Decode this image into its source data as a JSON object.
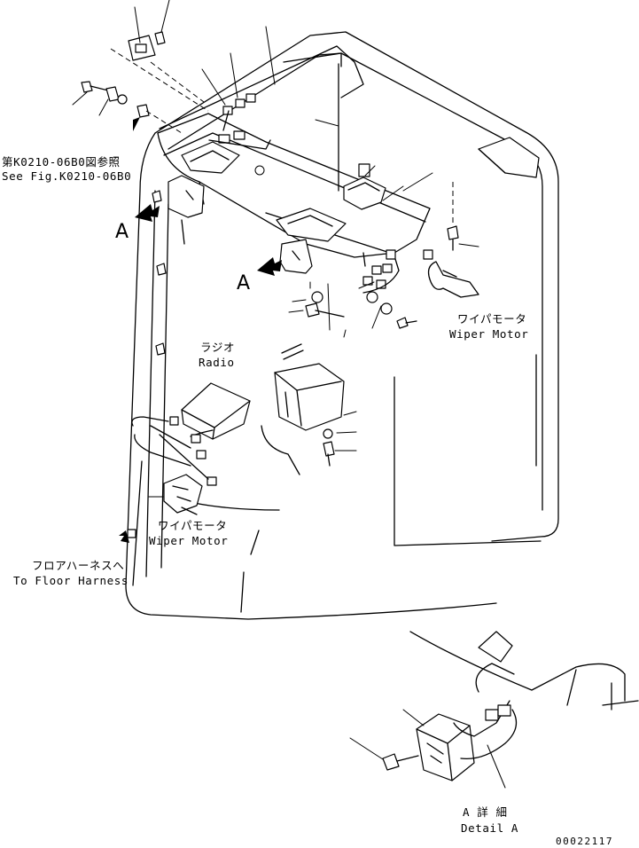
{
  "labels": {
    "ref_jp": "第K0210-06B0図参照",
    "ref_en": "See Fig.K0210-06B0",
    "view_a_left": "A",
    "view_a_center": "A",
    "radio_jp": "ラジオ",
    "radio_en": "Radio",
    "wiper_right_jp": "ワイパモータ",
    "wiper_right_en": "Wiper Motor",
    "wiper_left_jp": "ワイパモータ",
    "wiper_left_en": "Wiper Motor",
    "floor_jp": "フロアハーネスへ",
    "floor_en": "To Floor Harness",
    "detail_jp": "A 詳 細",
    "detail_en": "Detail A",
    "drawing_no": "00022117"
  }
}
